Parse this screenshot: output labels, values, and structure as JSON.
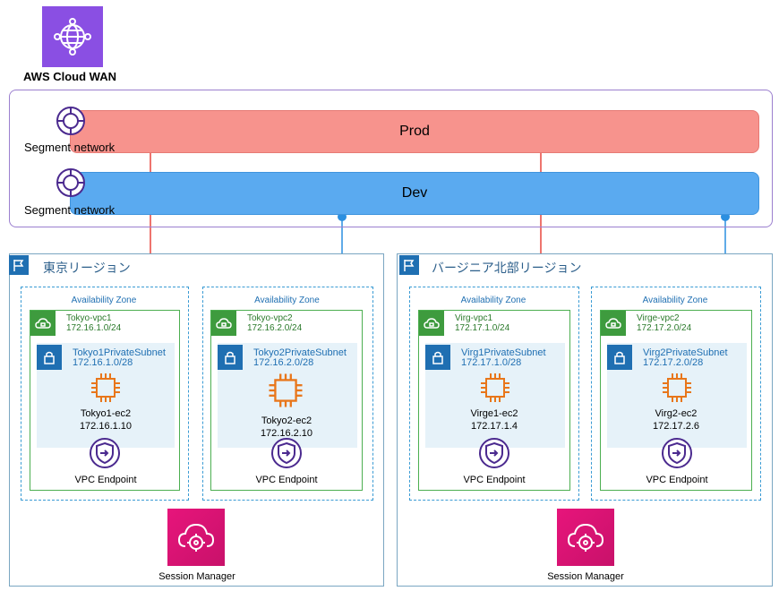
{
  "cloud_wan": {
    "label": "AWS Cloud WAN",
    "icon": "globe-network-icon",
    "color": "#8a4fe3"
  },
  "segments": [
    {
      "name": "Prod",
      "label": "Segment network",
      "color": "#f7938d"
    },
    {
      "name": "Dev",
      "label": "Segment network",
      "color": "#5aaaf0"
    }
  ],
  "regions": [
    {
      "title": "東京リージョン",
      "zones": [
        {
          "az_label": "Availability Zone",
          "vpc_name": "Tokyo-vpc1",
          "vpc_cidr": "172.16.1.0/24",
          "subnet_name": "Tokyo1PrivateSubnet",
          "subnet_cidr": "172.16.1.0/28",
          "ec2_name": "Tokyo1-ec2",
          "ec2_ip": "172.16.1.10",
          "endpoint_label": "VPC Endpoint",
          "segment": "Prod"
        },
        {
          "az_label": "Availability Zone",
          "vpc_name": "Tokyo-vpc2",
          "vpc_cidr": "172.16.2.0/24",
          "subnet_name": "Tokyo2PrivateSubnet",
          "subnet_cidr": "172.16.2.0/28",
          "ec2_name": "Tokyo2-ec2",
          "ec2_ip": "172.16.2.10",
          "endpoint_label": "VPC Endpoint",
          "segment": "Dev"
        }
      ],
      "session_manager": "Session Manager"
    },
    {
      "title": "バージニア北部リージョン",
      "zones": [
        {
          "az_label": "Availability Zone",
          "vpc_name": "Virg-vpc1",
          "vpc_cidr": "172.17.1.0/24",
          "subnet_name": "Virg1PrivateSubnet",
          "subnet_cidr": "172.17.1.0/28",
          "ec2_name": "Virge1-ec2",
          "ec2_ip": "172.17.1.4",
          "endpoint_label": "VPC Endpoint",
          "segment": "Prod"
        },
        {
          "az_label": "Availability Zone",
          "vpc_name": "Virge-vpc2",
          "vpc_cidr": "172.17.2.0/24",
          "subnet_name": "Virg2PrivateSubnet",
          "subnet_cidr": "172.17.2.0/28",
          "ec2_name": "Virg2-ec2",
          "ec2_ip": "172.17.2.6",
          "endpoint_label": "VPC Endpoint",
          "segment": "Dev"
        }
      ],
      "session_manager": "Session Manager"
    }
  ],
  "colors": {
    "prod_link": "#e8473e",
    "dev_link": "#2b8fe0",
    "endpoint_link": "#4b2a8f",
    "ec2": "#e8761a",
    "vpc": "#3e9b3e",
    "subnet": "#1f6fb2"
  }
}
